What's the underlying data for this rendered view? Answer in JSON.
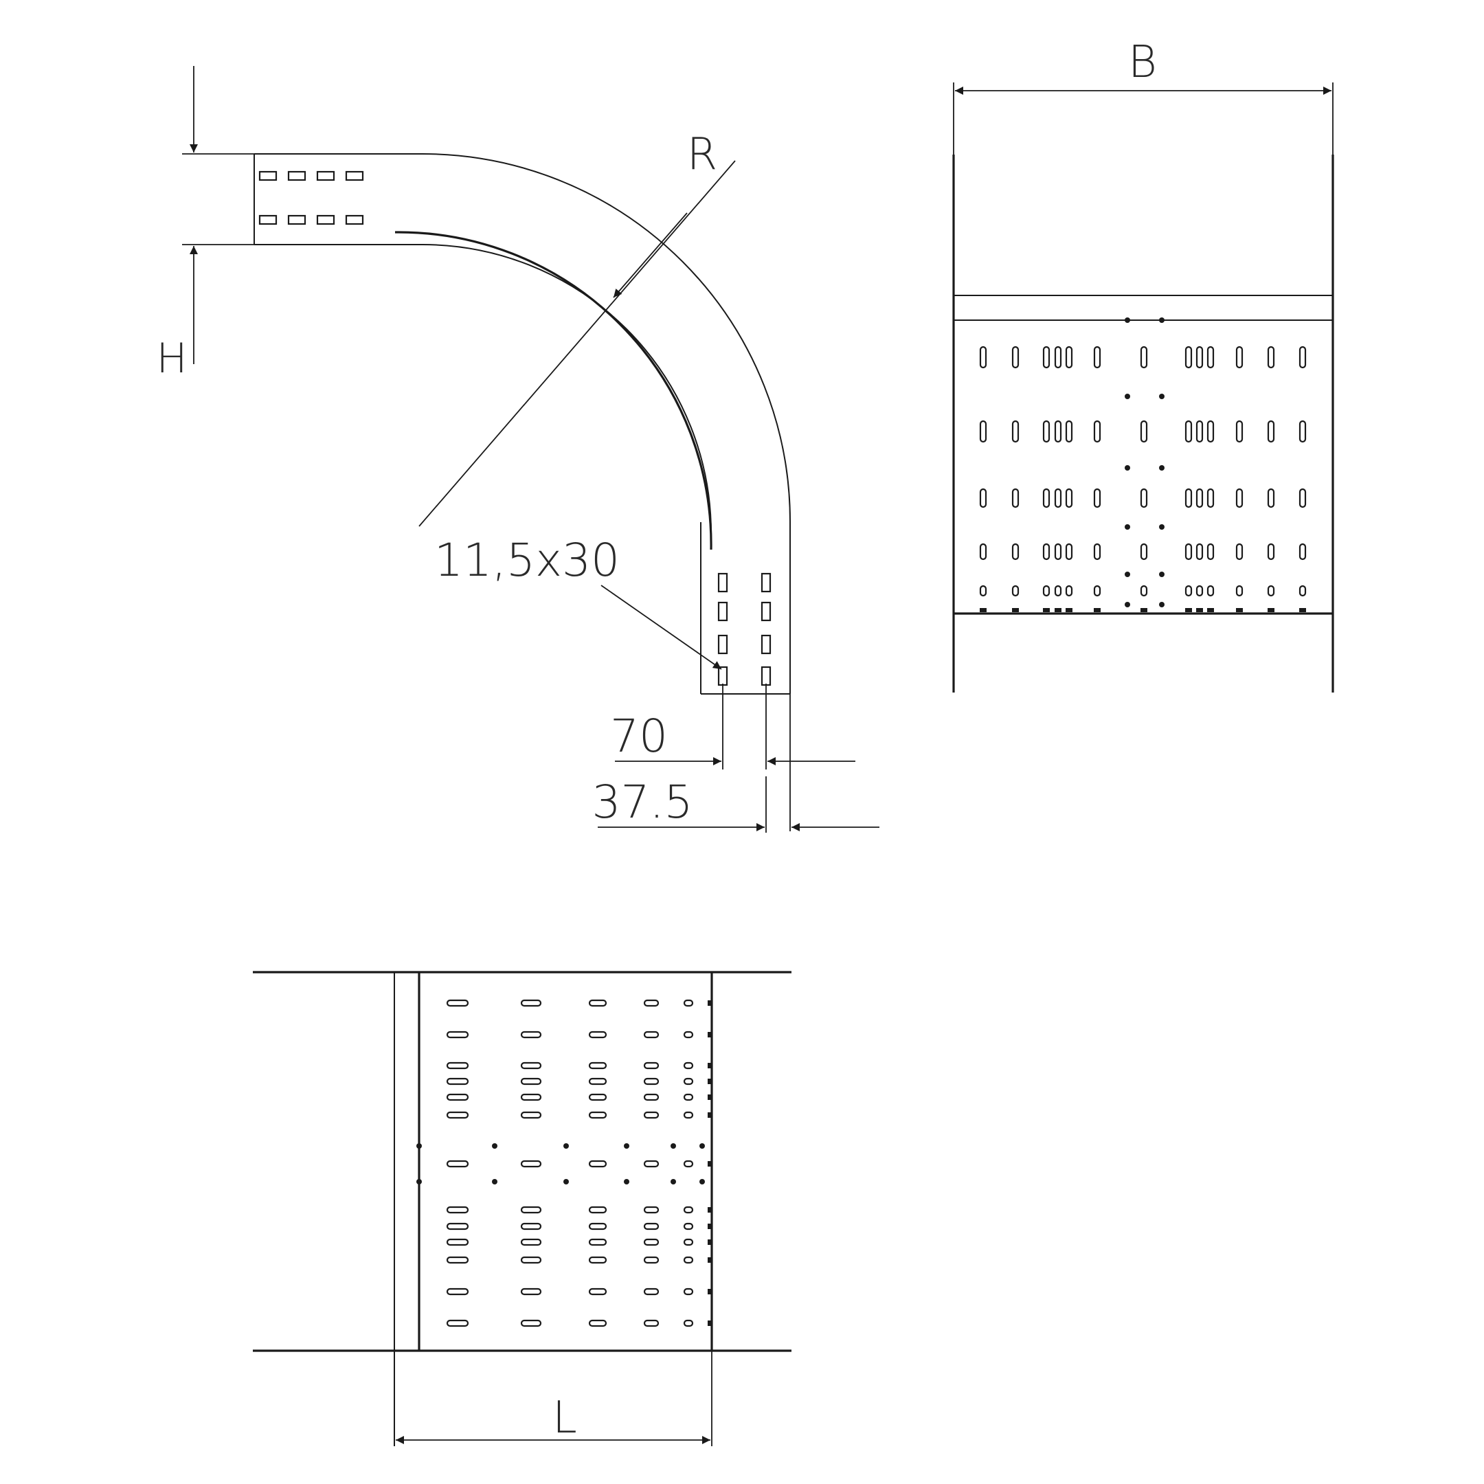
{
  "labels": {
    "height": "H",
    "radius": "R",
    "slot_size": "11,5x30",
    "pitch": "70",
    "edge_offset": "37.5",
    "width": "B",
    "length": "L"
  },
  "colors": {
    "line": "#1a1a1a",
    "text": "#2a2a2a",
    "background": "#ffffff"
  }
}
